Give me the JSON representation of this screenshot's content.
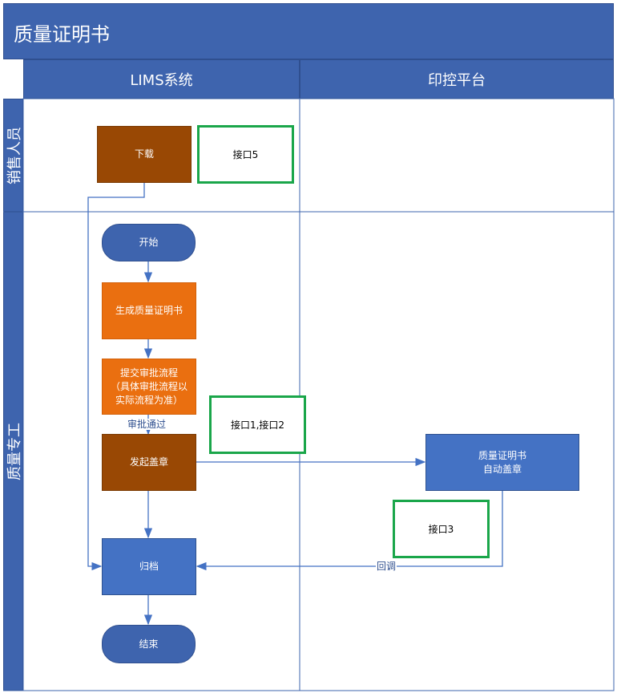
{
  "title": "质量证明书",
  "columns": [
    "LIMS系统",
    "印控平台"
  ],
  "lanes": [
    "销售人员",
    "质量专工"
  ],
  "nodes": {
    "download": "下载",
    "start": "开始",
    "generate": "生成质量证明书",
    "submit": "提交审批流程\n（具体审批流程以\n实际流程为准）",
    "initiate_seal": "发起盖章",
    "auto_seal": "质量证明书\n自动盖章",
    "archive": "归档",
    "end": "结束"
  },
  "interfaces": {
    "iface5": "接口5",
    "iface12": "接口1,接口2",
    "iface3": "接口3"
  },
  "edge_labels": {
    "approved": "审批通过",
    "callback": "回调"
  },
  "colors": {
    "header": "#3e64ae",
    "brown": "#994804",
    "orange": "#ea6f10",
    "blue": "#4472c4",
    "green_border": "#1aa64a",
    "arrow": "#4472c4"
  }
}
